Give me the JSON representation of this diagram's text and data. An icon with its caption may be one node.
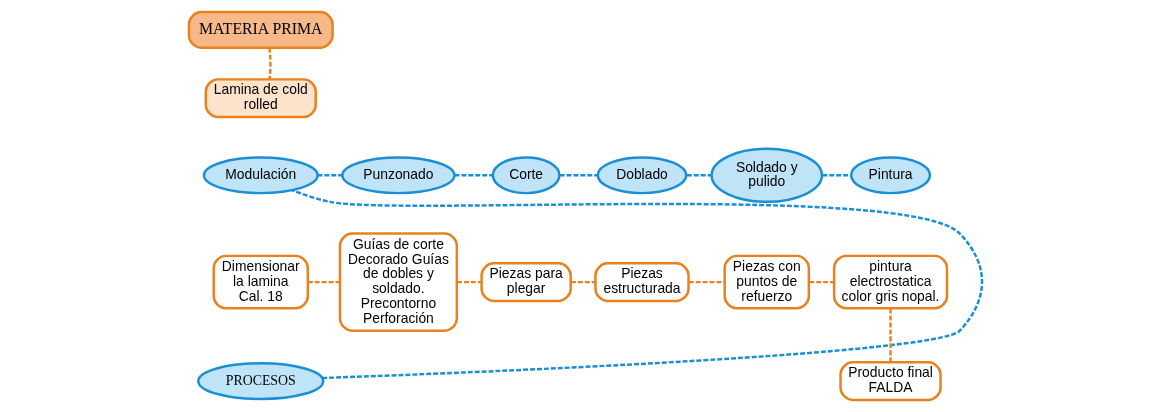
{
  "diagram": {
    "nodes": [
      {
        "text": [
          "MATERIA PRIMA"
        ]
      },
      {
        "text": [
          "Lamina de cold rolled"
        ]
      },
      {
        "text": [
          "Modulación"
        ]
      },
      {
        "text": [
          "Punzonado"
        ]
      },
      {
        "text": [
          "Corte"
        ]
      },
      {
        "text": [
          "Doblado"
        ]
      },
      {
        "text": [
          "Soldado y pulido"
        ]
      },
      {
        "text": [
          "Pintura"
        ]
      },
      {
        "text": [
          "PROCESOS"
        ]
      },
      {
        "text": [
          "Dimensionar la lamina Cal. 18"
        ]
      },
      {
        "text": [
          "Guías de corte Decorado Guías de dobles y soldado. Precontorno Perforación"
        ]
      },
      {
        "text": [
          "Piezas para plegar"
        ]
      },
      {
        "text": [
          "Piezas estructurada"
        ]
      },
      {
        "text": [
          "Piezas con puntos de refuerzo"
        ]
      },
      {
        "text": [
          "pintura electrostatica color gris nopal."
        ]
      },
      {
        "text": [
          "Producto final FALDA"
        ]
      }
    ],
    "edges": [
      {
        "from": 0,
        "to": 1,
        "arrow": "none",
        "style": "dashed"
      },
      {
        "from": 8,
        "to": 2,
        "arrow": "none",
        "style": "dashed",
        "color": "#1a8fd6"
      },
      {
        "from": 2,
        "to": 3,
        "arrow": "none",
        "style": "dashed",
        "color": "#1a8fd6"
      },
      {
        "from": 3,
        "to": 4,
        "arrow": "none",
        "style": "dashed",
        "color": "#1a8fd6"
      },
      {
        "from": 4,
        "to": 5,
        "arrow": "none",
        "style": "dashed",
        "color": "#1a8fd6"
      },
      {
        "from": 5,
        "to": 6,
        "arrow": "none",
        "style": "dashed",
        "color": "#1a8fd6"
      },
      {
        "from": 6,
        "to": 7,
        "arrow": "none",
        "style": "dashed",
        "color": "#1a8fd6"
      },
      {
        "from": 9,
        "to": 10,
        "arrow": "none",
        "style": "dashed"
      },
      {
        "from": 10,
        "to": 11,
        "arrow": "none",
        "style": "dashed"
      },
      {
        "from": 11,
        "to": 12,
        "arrow": "none",
        "style": "dashed"
      },
      {
        "from": 12,
        "to": 13,
        "arrow": "none",
        "style": "dashed"
      },
      {
        "from": 13,
        "to": 14,
        "arrow": "none",
        "style": "dashed"
      },
      {
        "from": 14,
        "to": 15,
        "arrow": "none",
        "style": "dashed"
      }
    ]
  }
}
